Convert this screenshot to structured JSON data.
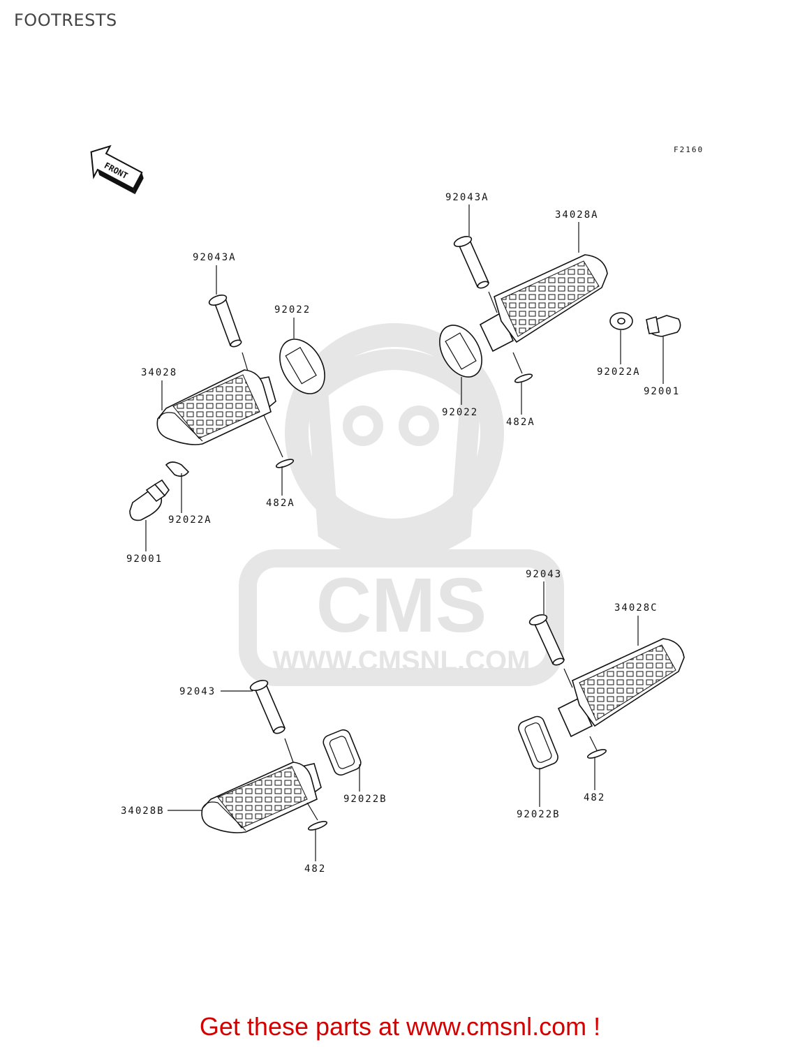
{
  "page": {
    "title": "FOOTRESTS",
    "diagram_code": "F2160",
    "front_label": "FRONT",
    "footer": "Get these parts at www.cmsnl.com !"
  },
  "watermark": {
    "brand": "CMS",
    "url": "WWW.CMSNL.COM"
  },
  "labels": {
    "l_92043A_top_left": "92043A",
    "l_92022_left": "92022",
    "l_34028": "34028",
    "l_482A_left": "482A",
    "l_92022A_left": "92022A",
    "l_92001_left": "92001",
    "l_92043A_top_right": "92043A",
    "l_34028A": "34028A",
    "l_92022_right": "92022",
    "l_482A_right": "482A",
    "l_92022A_right": "92022A",
    "l_92001_right": "92001",
    "l_92043_bottom_right": "92043",
    "l_34028C": "34028C",
    "l_92022B_right": "92022B",
    "l_482_right": "482",
    "l_92043_bottom_left": "92043",
    "l_34028B": "34028B",
    "l_92022B_left": "92022B",
    "l_482_left": "482"
  },
  "colors": {
    "footer_text": "#d40000",
    "watermark": "#e4e4e4",
    "line_art": "#111111"
  }
}
